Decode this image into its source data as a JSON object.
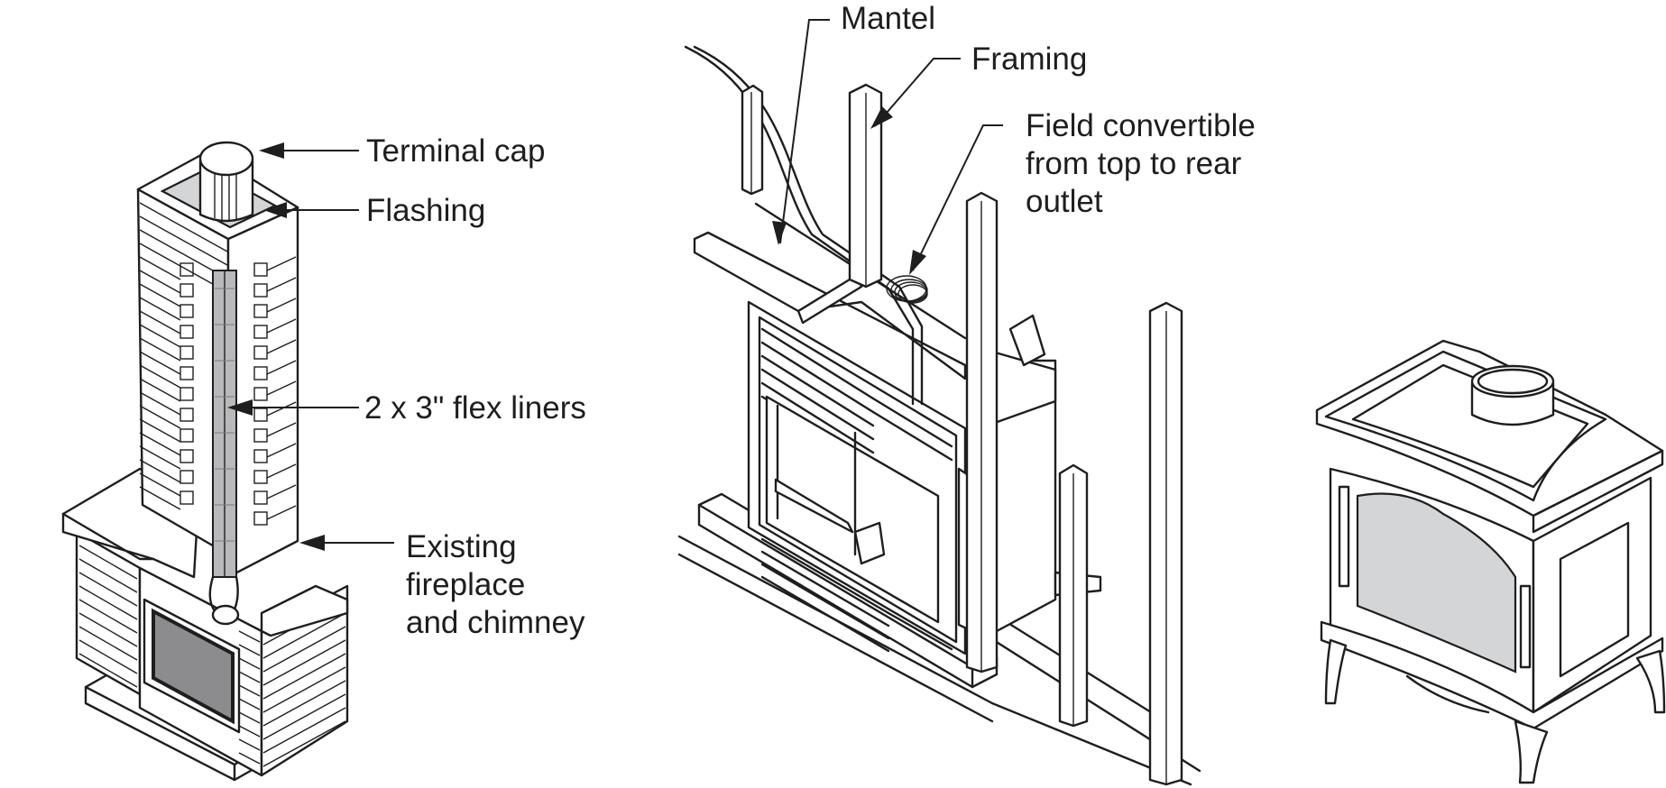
{
  "diagram": {
    "panels": [
      {
        "id": "masonry-chimney",
        "title": "Existing fireplace with flex liners",
        "labels": {
          "terminal_cap": "Terminal cap",
          "flashing": "Flashing",
          "flex_liners": "2 x 3\" flex liners",
          "existing_line1": "Existing",
          "existing_line2": "fireplace",
          "existing_line3": "and chimney"
        }
      },
      {
        "id": "zero-clearance-fireplace",
        "title": "Framed fireplace insert",
        "labels": {
          "mantel": "Mantel",
          "framing": "Framing",
          "field_line1": "Field convertible",
          "field_line2": "from top to rear",
          "field_line3": "outlet"
        }
      },
      {
        "id": "freestanding-stove",
        "title": "Freestanding stove",
        "labels": {}
      }
    ],
    "colors": {
      "line": "#1e1e1e",
      "flashing_fill": "#d4d5d7",
      "glass_fill": "#d4d5d7",
      "firebox_fill": "#8c8c8e",
      "background": "#ffffff"
    }
  }
}
